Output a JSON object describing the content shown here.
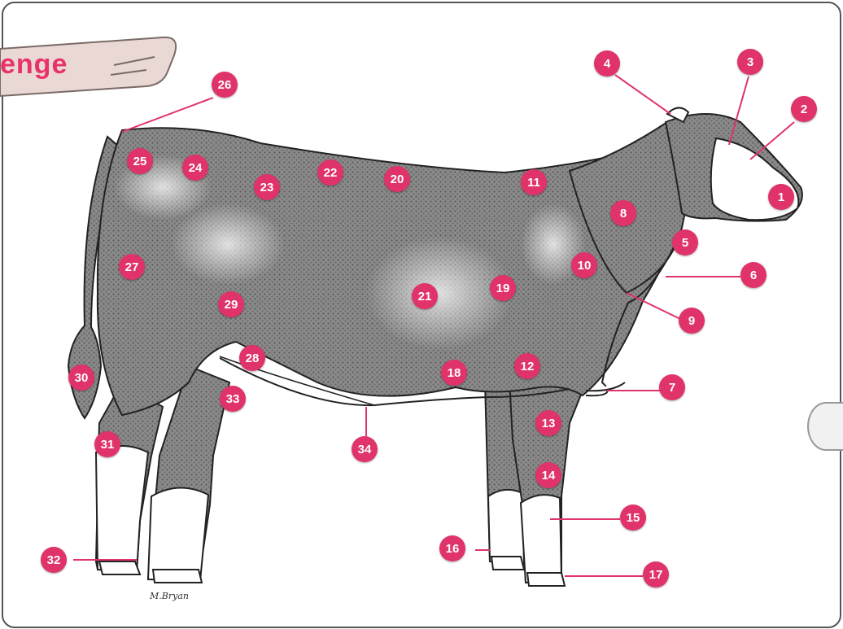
{
  "banner": {
    "text": "enge"
  },
  "accent_color": "#e0336a",
  "signature": "M.Bryan",
  "markers": [
    {
      "label": "1"
    },
    {
      "label": "2"
    },
    {
      "label": "3"
    },
    {
      "label": "4"
    },
    {
      "label": "5"
    },
    {
      "label": "6"
    },
    {
      "label": "7"
    },
    {
      "label": "8"
    },
    {
      "label": "9"
    },
    {
      "label": "10"
    },
    {
      "label": "11"
    },
    {
      "label": "12"
    },
    {
      "label": "13"
    },
    {
      "label": "14"
    },
    {
      "label": "15"
    },
    {
      "label": "16"
    },
    {
      "label": "17"
    },
    {
      "label": "18"
    },
    {
      "label": "19"
    },
    {
      "label": "20"
    },
    {
      "label": "21"
    },
    {
      "label": "22"
    },
    {
      "label": "23"
    },
    {
      "label": "24"
    },
    {
      "label": "25"
    },
    {
      "label": "26"
    },
    {
      "label": "27"
    },
    {
      "label": "28"
    },
    {
      "label": "29"
    },
    {
      "label": "30"
    },
    {
      "label": "31"
    },
    {
      "label": "32"
    },
    {
      "label": "33"
    },
    {
      "label": "34"
    }
  ]
}
